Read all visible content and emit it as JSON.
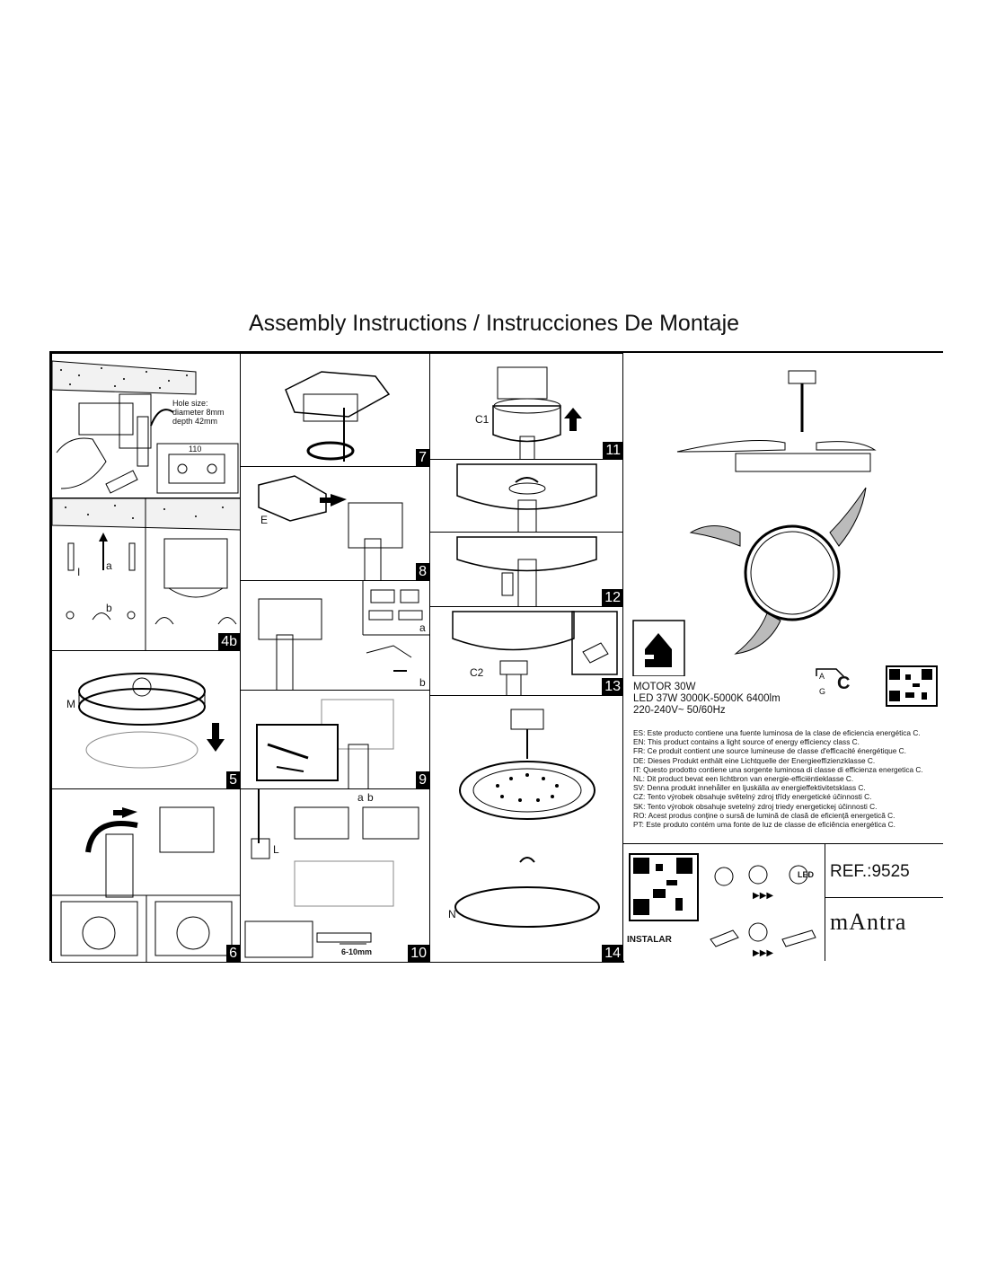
{
  "page_title": "Assembly Instructions / Instrucciones De Montaje",
  "steps": {
    "s1": {
      "hole_size": "Hole size:",
      "diameter": "diameter 8mm",
      "depth": "depth 42mm",
      "dim": "110"
    },
    "s4": {
      "label_i": "I",
      "label_a": "a",
      "label_b": "b",
      "number": "4b"
    },
    "s5": {
      "label_m": "M",
      "number": "5"
    },
    "s6": {
      "number": "6"
    },
    "s7": {
      "number": "7"
    },
    "s8": {
      "label_e": "E",
      "number": "8"
    },
    "s9a": {
      "label_a": "a",
      "label_b": "b"
    },
    "s9": {
      "number": "9"
    },
    "s10": {
      "label_l": "L",
      "label_a": "a",
      "label_b": "b",
      "strip": "6-10mm",
      "number": "10"
    },
    "s11": {
      "label_c1": "C1",
      "number": "11"
    },
    "s12": {
      "number": "12"
    },
    "s13": {
      "label_c2": "C2",
      "number": "13"
    },
    "s14": {
      "label_n": "N",
      "number": "14"
    }
  },
  "product": {
    "specs": [
      "MOTOR 30W",
      "LED 37W 3000K-5000K 6400lm",
      "220-240V~ 50/60Hz"
    ],
    "energy_class": "C",
    "energy_scale_top": "A",
    "energy_scale_bottom": "G",
    "energy_statements": [
      "ES: Este producto contiene una fuente luminosa de la clase de eficiencia energética C.",
      "EN: This product contains a light source of energy efficiency class C.",
      "FR: Ce produit contient une source lumineuse de classe d'efficacité énergétique C.",
      "DE: Dieses Produkt enthält eine Lichtquelle der Energieeffizienzklasse C.",
      "IT: Questo prodotto contiene una sorgente luminosa di classe di efficienza energetica C.",
      "NL: Dit product bevat een lichtbron van energie-efficiëntieklasse C.",
      "SV: Denna produkt innehåller en ljuskälla av energieffektivitetsklass C.",
      "CZ: Tento výrobek obsahuje světelný zdroj třídy energetické účinnosti C.",
      "SK: Tento výrobok obsahuje svetelný zdroj triedy energetickej účinnosti C.",
      "RO: Acest produs conține o sursă de lumină de clasă de eficiență energetică C.",
      "PT: Este produto contém uma fonte de luz de classe de eficiência energética C."
    ],
    "led_badge": "LED",
    "instalar": "INSTALAR",
    "ref": "REF.:9525",
    "brand": "mAntra"
  }
}
